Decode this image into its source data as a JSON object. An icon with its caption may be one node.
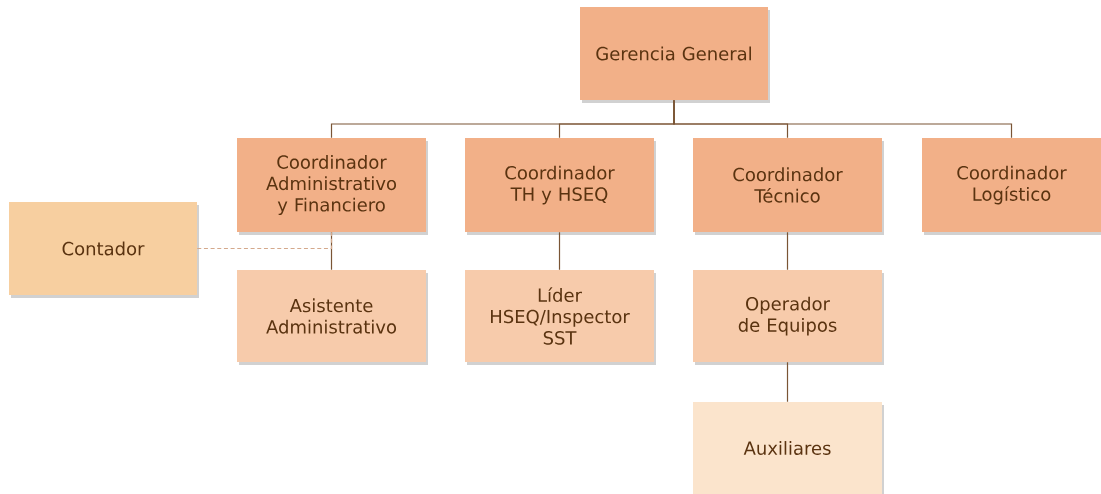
{
  "diagram": {
    "nodes": [
      {
        "text": [
          "Gerencia General"
        ]
      },
      {
        "text": [
          "Coordinador Administrativo y Financiero"
        ]
      },
      {
        "text": [
          "Coordinador TH y HSEQ"
        ]
      },
      {
        "text": [
          "Coordinador Técnico"
        ]
      },
      {
        "text": [
          "Coordinador Logístico"
        ]
      },
      {
        "text": [
          "Contador"
        ]
      },
      {
        "text": [
          "Asistente Administrativo"
        ]
      },
      {
        "text": [
          "Líder HSEQ/Inspector SST"
        ]
      },
      {
        "text": [
          "Operador de Equipos"
        ]
      },
      {
        "text": [
          "Auxiliares"
        ]
      }
    ],
    "edges": [
      {
        "from": 0,
        "to": 1,
        "arrow": "none"
      },
      {
        "from": 0,
        "to": 2,
        "arrow": "none"
      },
      {
        "from": 0,
        "to": 3,
        "arrow": "none"
      },
      {
        "from": 0,
        "to": 4,
        "arrow": "none"
      },
      {
        "from": 1,
        "to": 6,
        "arrow": "none"
      },
      {
        "from": 2,
        "to": 7,
        "arrow": "none"
      },
      {
        "from": 3,
        "to": 8,
        "arrow": "none"
      },
      {
        "from": 8,
        "to": 9,
        "arrow": "none"
      },
      {
        "from": 5,
        "to": 1,
        "arrow": "none",
        "style": "dashed",
        "color": "#d4a98c"
      }
    ]
  }
}
